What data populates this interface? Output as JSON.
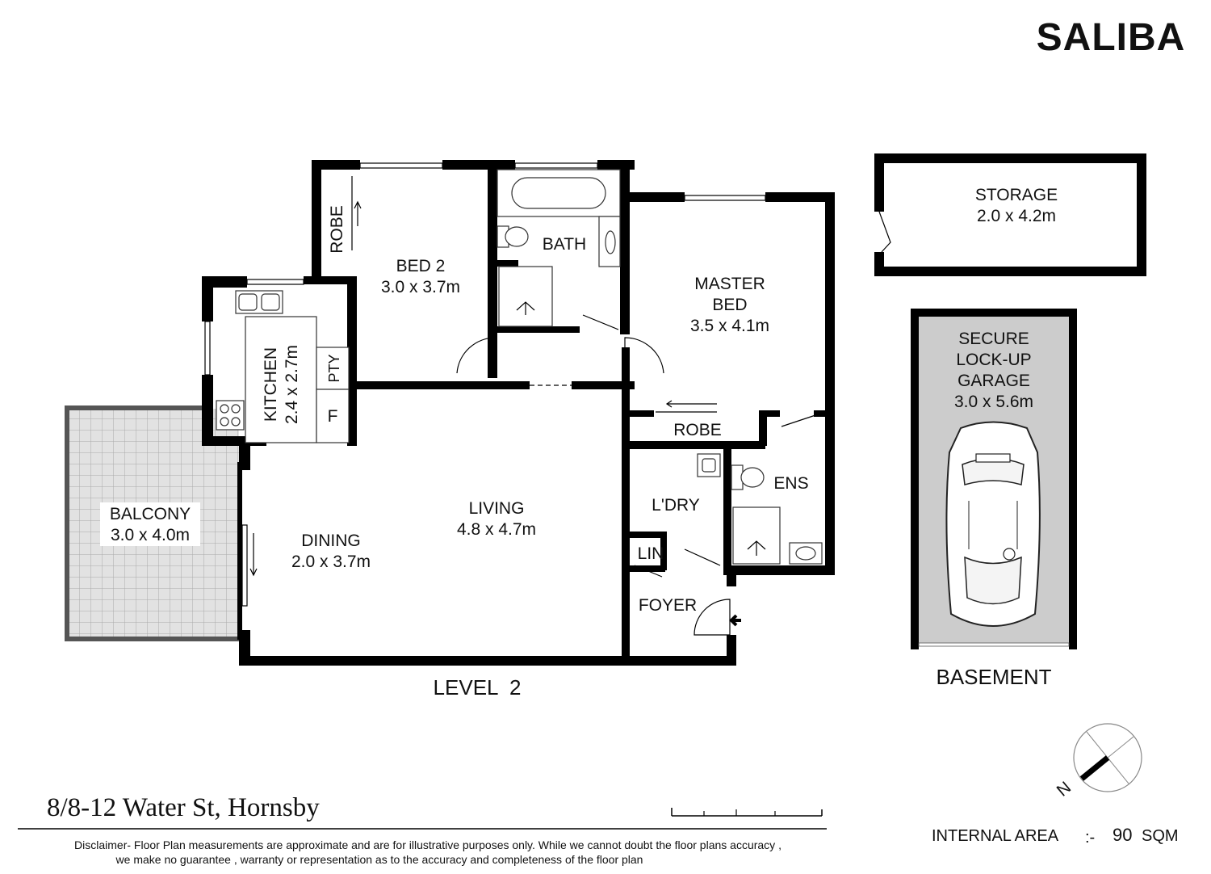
{
  "brand": {
    "logo_text": "SALIBA"
  },
  "rooms": {
    "storage": {
      "name": "STORAGE",
      "size": "2.0 x 4.2m"
    },
    "garage": {
      "line1": "SECURE",
      "line2": "LOCK-UP",
      "line3": "GARAGE",
      "size": "3.0 x 5.6m"
    },
    "robe_top": {
      "name": "ROBE"
    },
    "bed2": {
      "name": "BED 2",
      "size": "3.0 x 3.7m"
    },
    "bath": {
      "name": "BATH"
    },
    "master": {
      "line1": "MASTER",
      "line2": "BED",
      "size": "3.5 x 4.1m"
    },
    "kitchen": {
      "name": "KITCHEN",
      "size": "2.4 x 2.7m"
    },
    "pantry": {
      "name": "PTY"
    },
    "fridge": {
      "name": "F"
    },
    "robe_master": {
      "name": "ROBE"
    },
    "ensuite": {
      "name": "ENS"
    },
    "laundry": {
      "name": "L'DRY"
    },
    "linen": {
      "name": "LIN"
    },
    "foyer": {
      "name": "FOYER"
    },
    "living": {
      "name": "LIVING",
      "size": "4.8 x 4.7m"
    },
    "dining": {
      "name": "DINING",
      "size": "2.0 x 3.7m"
    },
    "balcony": {
      "name": "BALCONY",
      "size": "3.0 x 4.0m"
    }
  },
  "levels": {
    "level2": "LEVEL  2",
    "basement": "BASEMENT"
  },
  "compass": {
    "north_label": "N"
  },
  "footer": {
    "address": "8/8-12 Water St, Hornsby",
    "disclaimer_line1": "Disclaimer- Floor Plan measurements are approximate and are for illustrative purposes only. While we cannot doubt the floor plans accuracy ,",
    "disclaimer_line2": "we make no guarantee , warranty or representation as to the accuracy and completeness of the floor plan",
    "internal_area_label": "INTERNAL AREA",
    "internal_area_sep": ":-",
    "internal_area_value": "90",
    "internal_area_unit": "SQM"
  },
  "colors": {
    "wall": "#000000",
    "garage_fill": "#cccccc",
    "balcony_fill": "#dddddd"
  }
}
